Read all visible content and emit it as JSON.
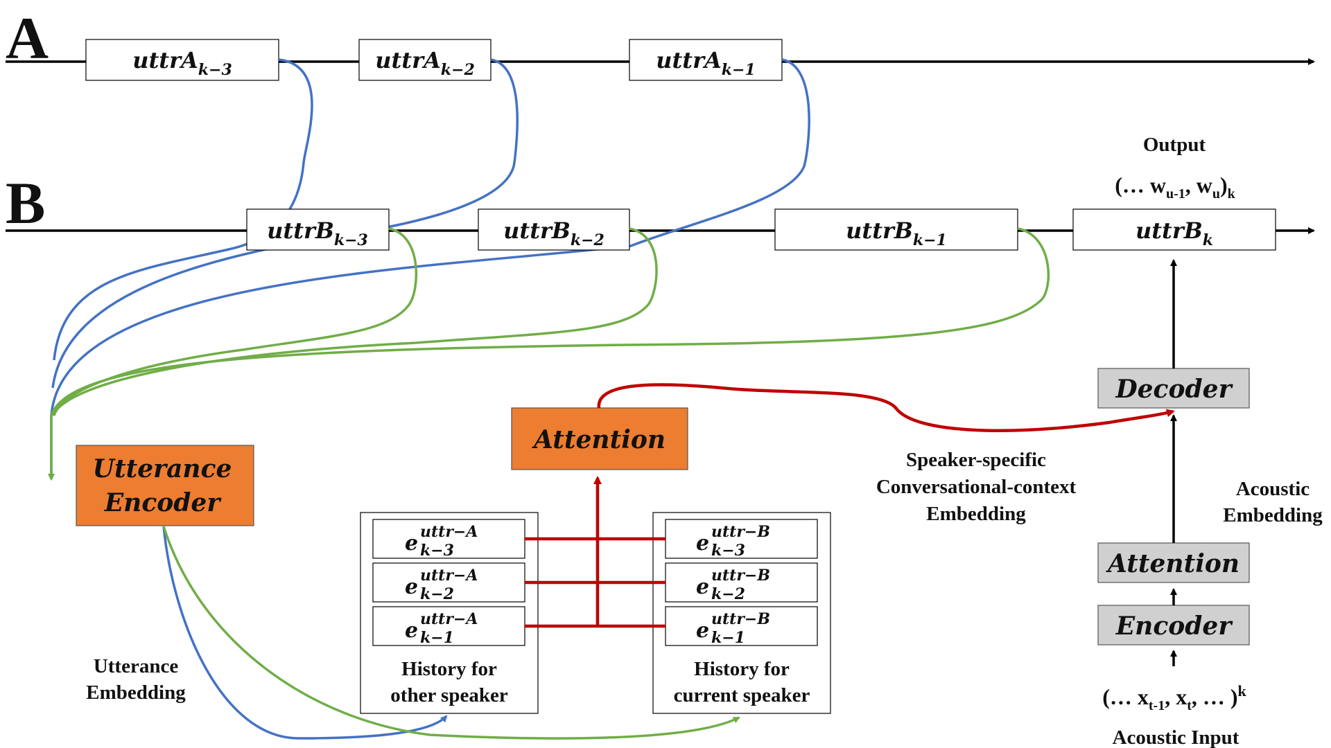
{
  "colors": {
    "line": "#000000",
    "blue": "#4472C4",
    "green": "#70AD47",
    "red": "#C00000",
    "orange": "#ED7D31",
    "grey": "#D0D0D0"
  },
  "row_a": {
    "label": "A",
    "boxes": [
      {
        "base": "uttrA",
        "sub": "k−3"
      },
      {
        "base": "uttrA",
        "sub": "k−2"
      },
      {
        "base": "uttrA",
        "sub": "k−1"
      }
    ]
  },
  "row_b": {
    "label": "B",
    "boxes": [
      {
        "base": "uttrB",
        "sub": "k−3"
      },
      {
        "base": "uttrB",
        "sub": "k−2"
      },
      {
        "base": "uttrB",
        "sub": "k−1"
      },
      {
        "base": "uttrB",
        "sub": "k"
      }
    ]
  },
  "output": {
    "title": "Output",
    "formula_prefix": "(… w",
    "formula_sub1": "u-1",
    "formula_mid": ", w",
    "formula_sub2": "u",
    "formula_suffix": ")",
    "formula_sub3": "k"
  },
  "utterance_encoder": {
    "line1": "Utterance",
    "line2": "Encoder"
  },
  "attention_center": "Attention",
  "decoder": "Decoder",
  "attention_right": "Attention",
  "encoder": "Encoder",
  "speaker_label": [
    "Speaker-specific",
    "Conversational-context",
    "Embedding"
  ],
  "acoustic_embedding": [
    "Acoustic",
    "Embedding"
  ],
  "utterance_embedding": [
    "Utterance",
    "Embedding"
  ],
  "acoustic_input": {
    "formula_prefix": "(… x",
    "formula_sub1": "t-1",
    "formula_mid": ", x",
    "formula_sub2": "t",
    "formula_suffix": ", … )",
    "formula_sup": "k",
    "label": "Acoustic Input"
  },
  "history_other": {
    "items": [
      {
        "base": "e",
        "sup": "uttr−A",
        "sub": "k−3"
      },
      {
        "base": "e",
        "sup": "uttr−A",
        "sub": "k−2"
      },
      {
        "base": "e",
        "sup": "uttr−A",
        "sub": "k−1"
      }
    ],
    "caption": [
      "History for",
      "other speaker"
    ]
  },
  "history_current": {
    "items": [
      {
        "base": "e",
        "sup": "uttr−B",
        "sub": "k−3"
      },
      {
        "base": "e",
        "sup": "uttr−B",
        "sub": "k−2"
      },
      {
        "base": "e",
        "sup": "uttr−B",
        "sub": "k−1"
      }
    ],
    "caption": [
      "History for",
      "current speaker"
    ]
  }
}
